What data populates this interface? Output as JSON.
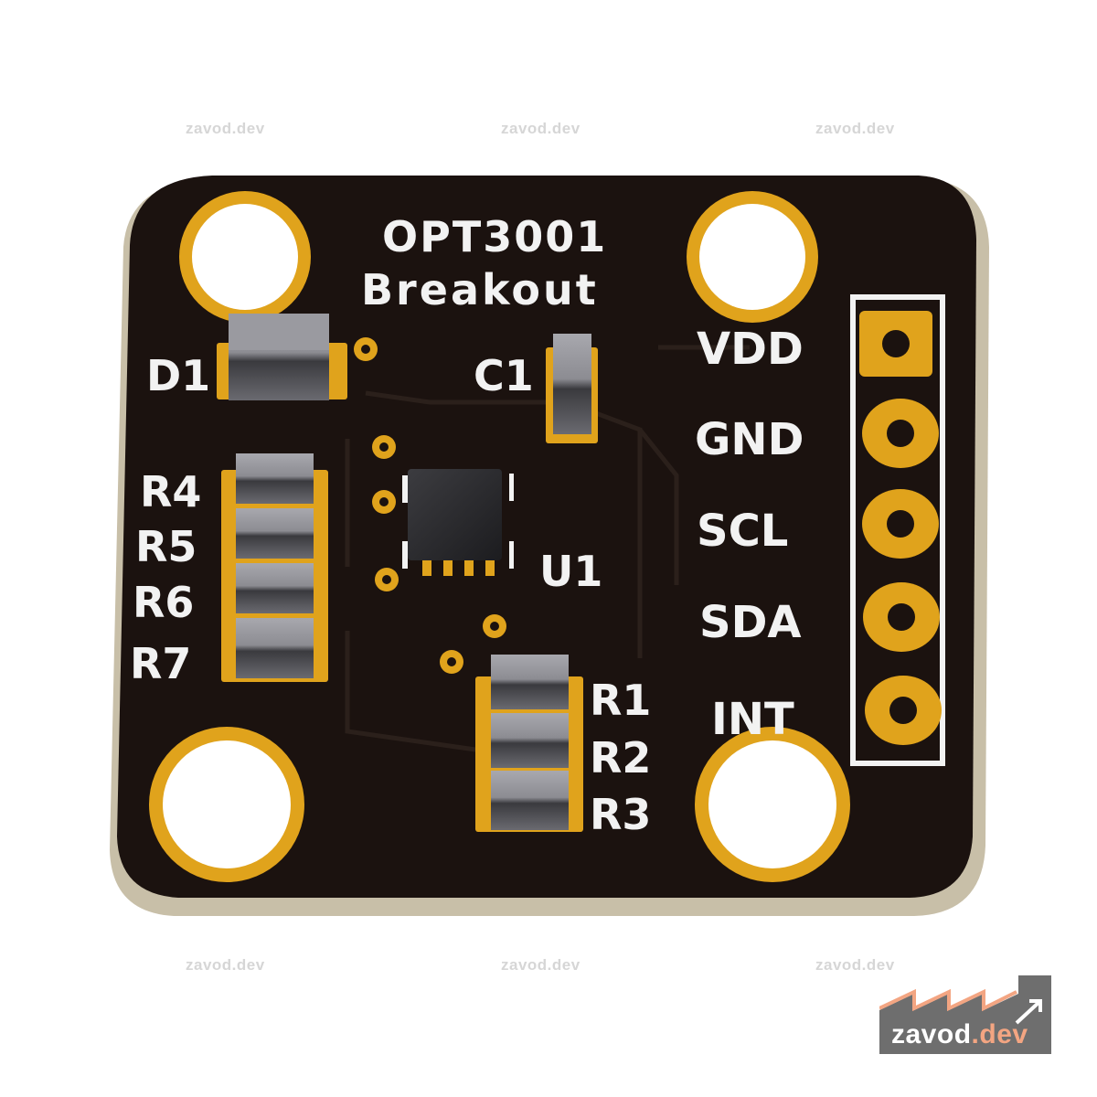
{
  "watermark": "zavod.dev",
  "board": {
    "title_line1": "OPT3001",
    "title_line2": "Breakout",
    "component_labels": [
      "D1",
      "C1",
      "U1",
      "R1",
      "R2",
      "R3",
      "R4",
      "R5",
      "R6",
      "R7"
    ],
    "pin_labels": [
      "VDD",
      "GND",
      "SCL",
      "SDA",
      "INT"
    ]
  },
  "logo": {
    "name": "zavod",
    "tld": ".dev"
  },
  "colors": {
    "pcb": "#1b120f",
    "pcb_edge": "#c8bfa8",
    "copper": "#e0a31c",
    "silkscreen": "#f2f2f2",
    "component_body": "#8a8a90",
    "logo_bg": "#6e6e6e",
    "logo_accent": "#f3a582"
  }
}
